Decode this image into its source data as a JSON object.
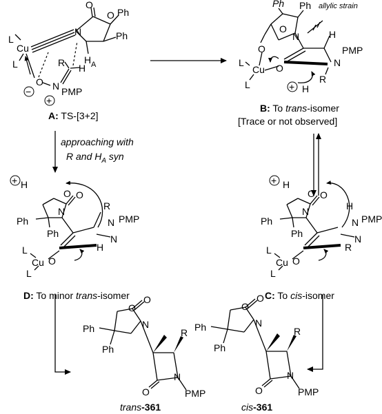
{
  "captions": {
    "A": {
      "letter": "A:",
      "text": " TS-[3+2]"
    },
    "B": {
      "letter": "B:",
      "text_pre": " To ",
      "italic": "trans",
      "text_post": "-isomer",
      "line2": "[Trace or not observed]"
    },
    "C": {
      "letter": "C:",
      "text_pre": " To ",
      "italic": "cis",
      "text_post": "-isomer"
    },
    "D": {
      "letter": "D:",
      "text": " To minor ",
      "italic": "trans",
      "text_post": "-isomer"
    },
    "trans361": {
      "italic": "trans",
      "num": "-361"
    },
    "cis361": {
      "italic": "cis",
      "num": "-361"
    }
  },
  "arrow_labels": {
    "line1": "approaching with",
    "line2_a": "R and H",
    "line2_sub": "A",
    "line2_b": " syn"
  },
  "annotation": {
    "allylic": "allylic strain"
  },
  "atoms": {
    "O": "O",
    "N": "N",
    "Ph": "Ph",
    "H": "H",
    "HA_sub": "A",
    "L": "L",
    "Cu": "Cu",
    "R": "R",
    "PMP": "PMP",
    "plus": "+",
    "minus": "−"
  }
}
